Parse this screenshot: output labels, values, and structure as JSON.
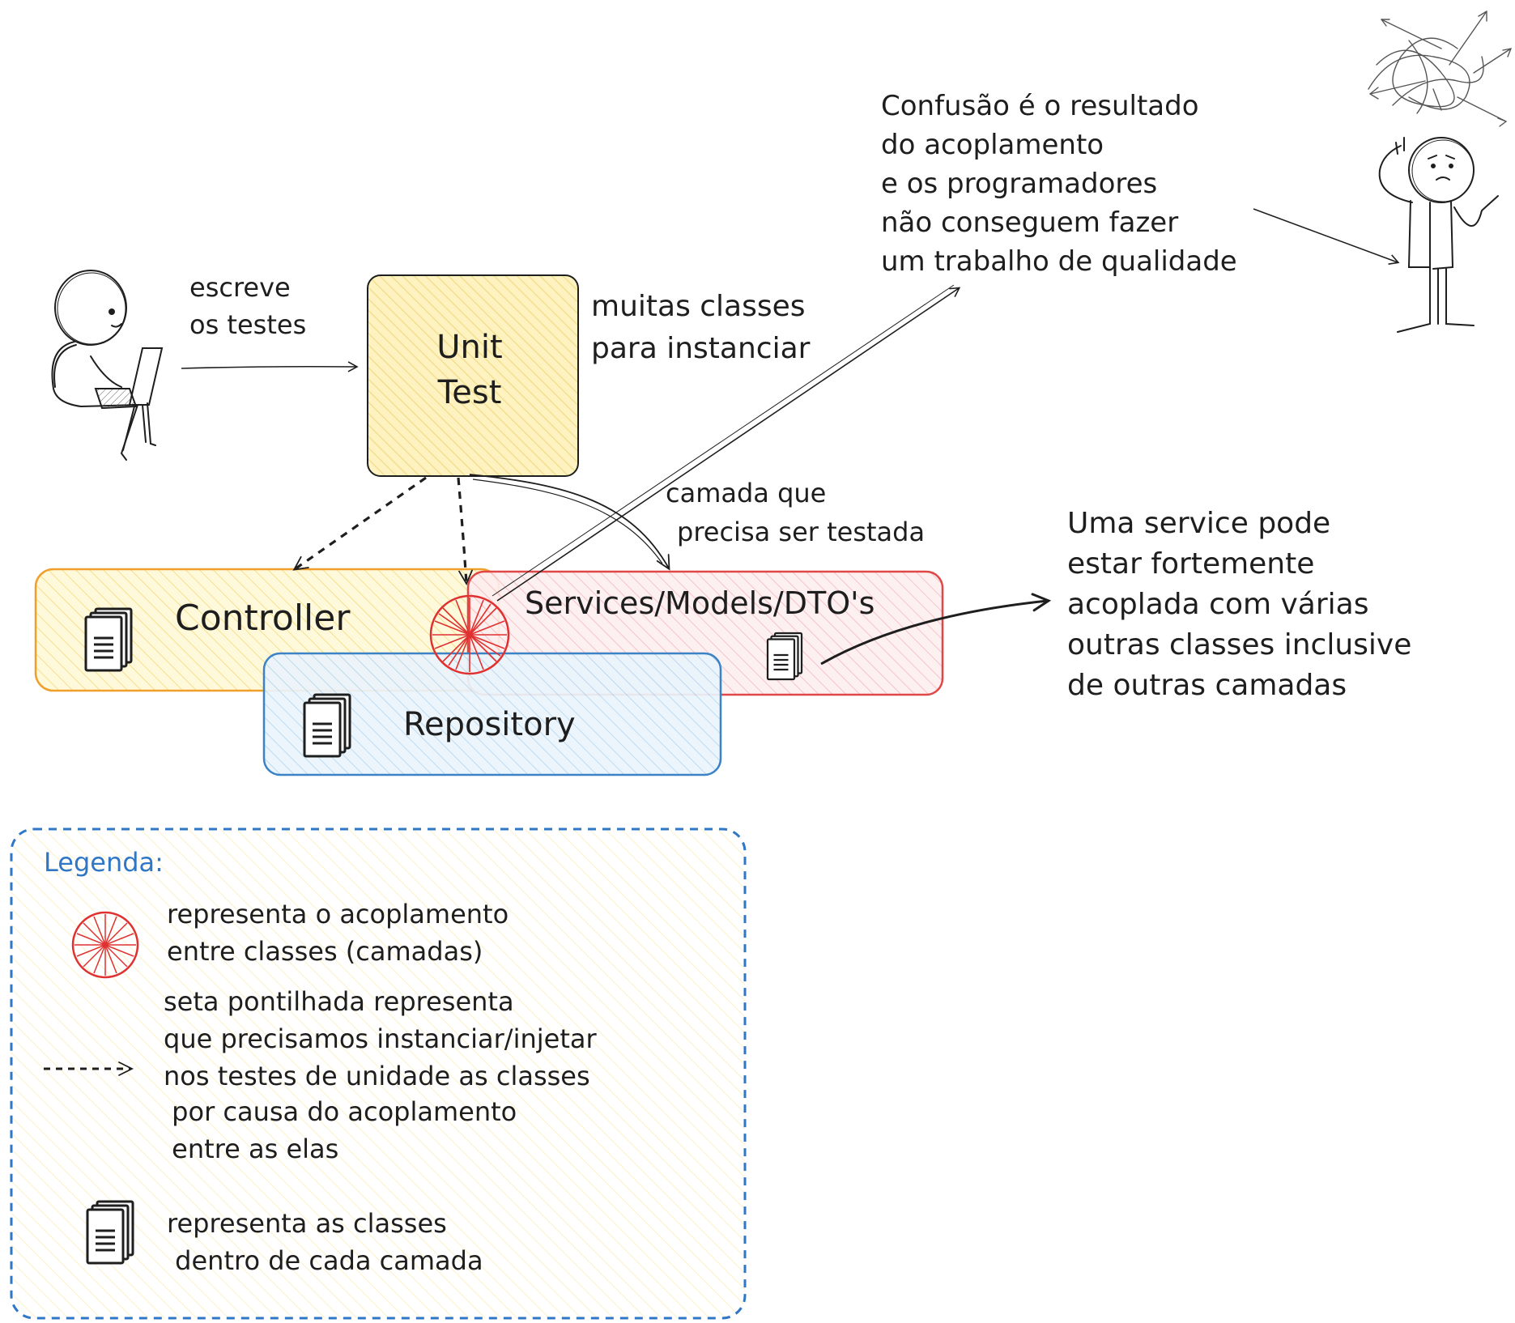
{
  "colors": {
    "ink": "#1e1e1e",
    "test_fill": "#fbeeb0",
    "test_stroke": "#1e1e1e",
    "controller_fill": "#fdf3c4",
    "controller_stroke": "#f0a02a",
    "service_fill": "#fbe2e4",
    "service_stroke": "#e04848",
    "repo_fill": "#d8ebf8",
    "repo_stroke": "#3b82c6",
    "legend_stroke": "#2f77c4",
    "legend_title": "#2f77c4",
    "coupling": "#e03131"
  },
  "icons": {
    "developer": "developer-at-laptop-icon",
    "confused": "confused-stick-figure-icon",
    "tangle": "tangled-arrows-icon",
    "coupling": "coupling-starburst-icon",
    "classes": "document-stack-icon"
  },
  "developer": {
    "note_line1": "escreve",
    "note_line2": "os testes"
  },
  "unit_test": {
    "line1": "Unit",
    "line2": "Test"
  },
  "notes": {
    "many_classes_line1": "muitas classes",
    "many_classes_line2": "para instanciar",
    "layer_line1": "camada que",
    "layer_line2": "precisa ser testada",
    "confusion": [
      "Confusão é o resultado",
      "do acoplamento",
      "e os programadores",
      "não conseguem fazer",
      "um trabalho de qualidade"
    ],
    "service": [
      "Uma service pode",
      "estar fortemente",
      "acoplada com várias",
      "outras classes inclusive",
      "de outras camadas"
    ]
  },
  "layers": {
    "controller": "Controller",
    "services": "Services/Models/DTO's",
    "repository": "Repository"
  },
  "legend": {
    "title": "Legenda:",
    "coupling_line1": "representa o acoplamento",
    "coupling_line2": "entre classes (camadas)",
    "dashed_lines": [
      "seta pontilhada representa",
      "que precisamos instanciar/injetar",
      "nos testes de unidade as classes",
      " por causa do acoplamento",
      " entre as elas"
    ],
    "classes_line1": "representa as classes",
    "classes_line2": " dentro de cada camada"
  }
}
